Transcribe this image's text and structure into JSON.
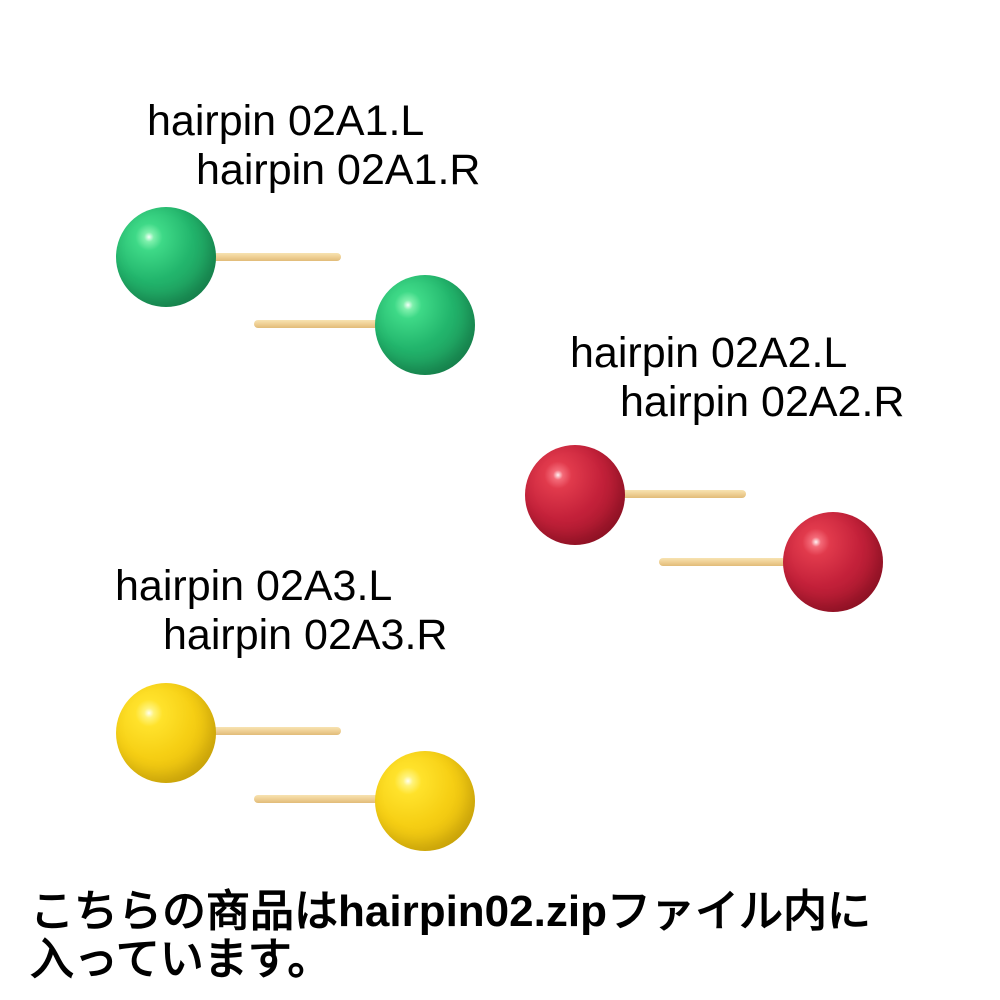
{
  "groups": [
    {
      "color": "green",
      "hex": "#22b56c",
      "labels": [
        "hairpin 02A1.L",
        "hairpin 02A1.R"
      ]
    },
    {
      "color": "red",
      "hex": "#c4213a",
      "labels": [
        "hairpin 02A2.L",
        "hairpin 02A2.R"
      ]
    },
    {
      "color": "yellow",
      "hex": "#f6cf14",
      "labels": [
        "hairpin 02A3.L",
        "hairpin 02A3.R"
      ]
    }
  ],
  "footer": {
    "line1": "こちらの商品はhairpin02.zipファイル内に",
    "line2": "入っています。"
  }
}
